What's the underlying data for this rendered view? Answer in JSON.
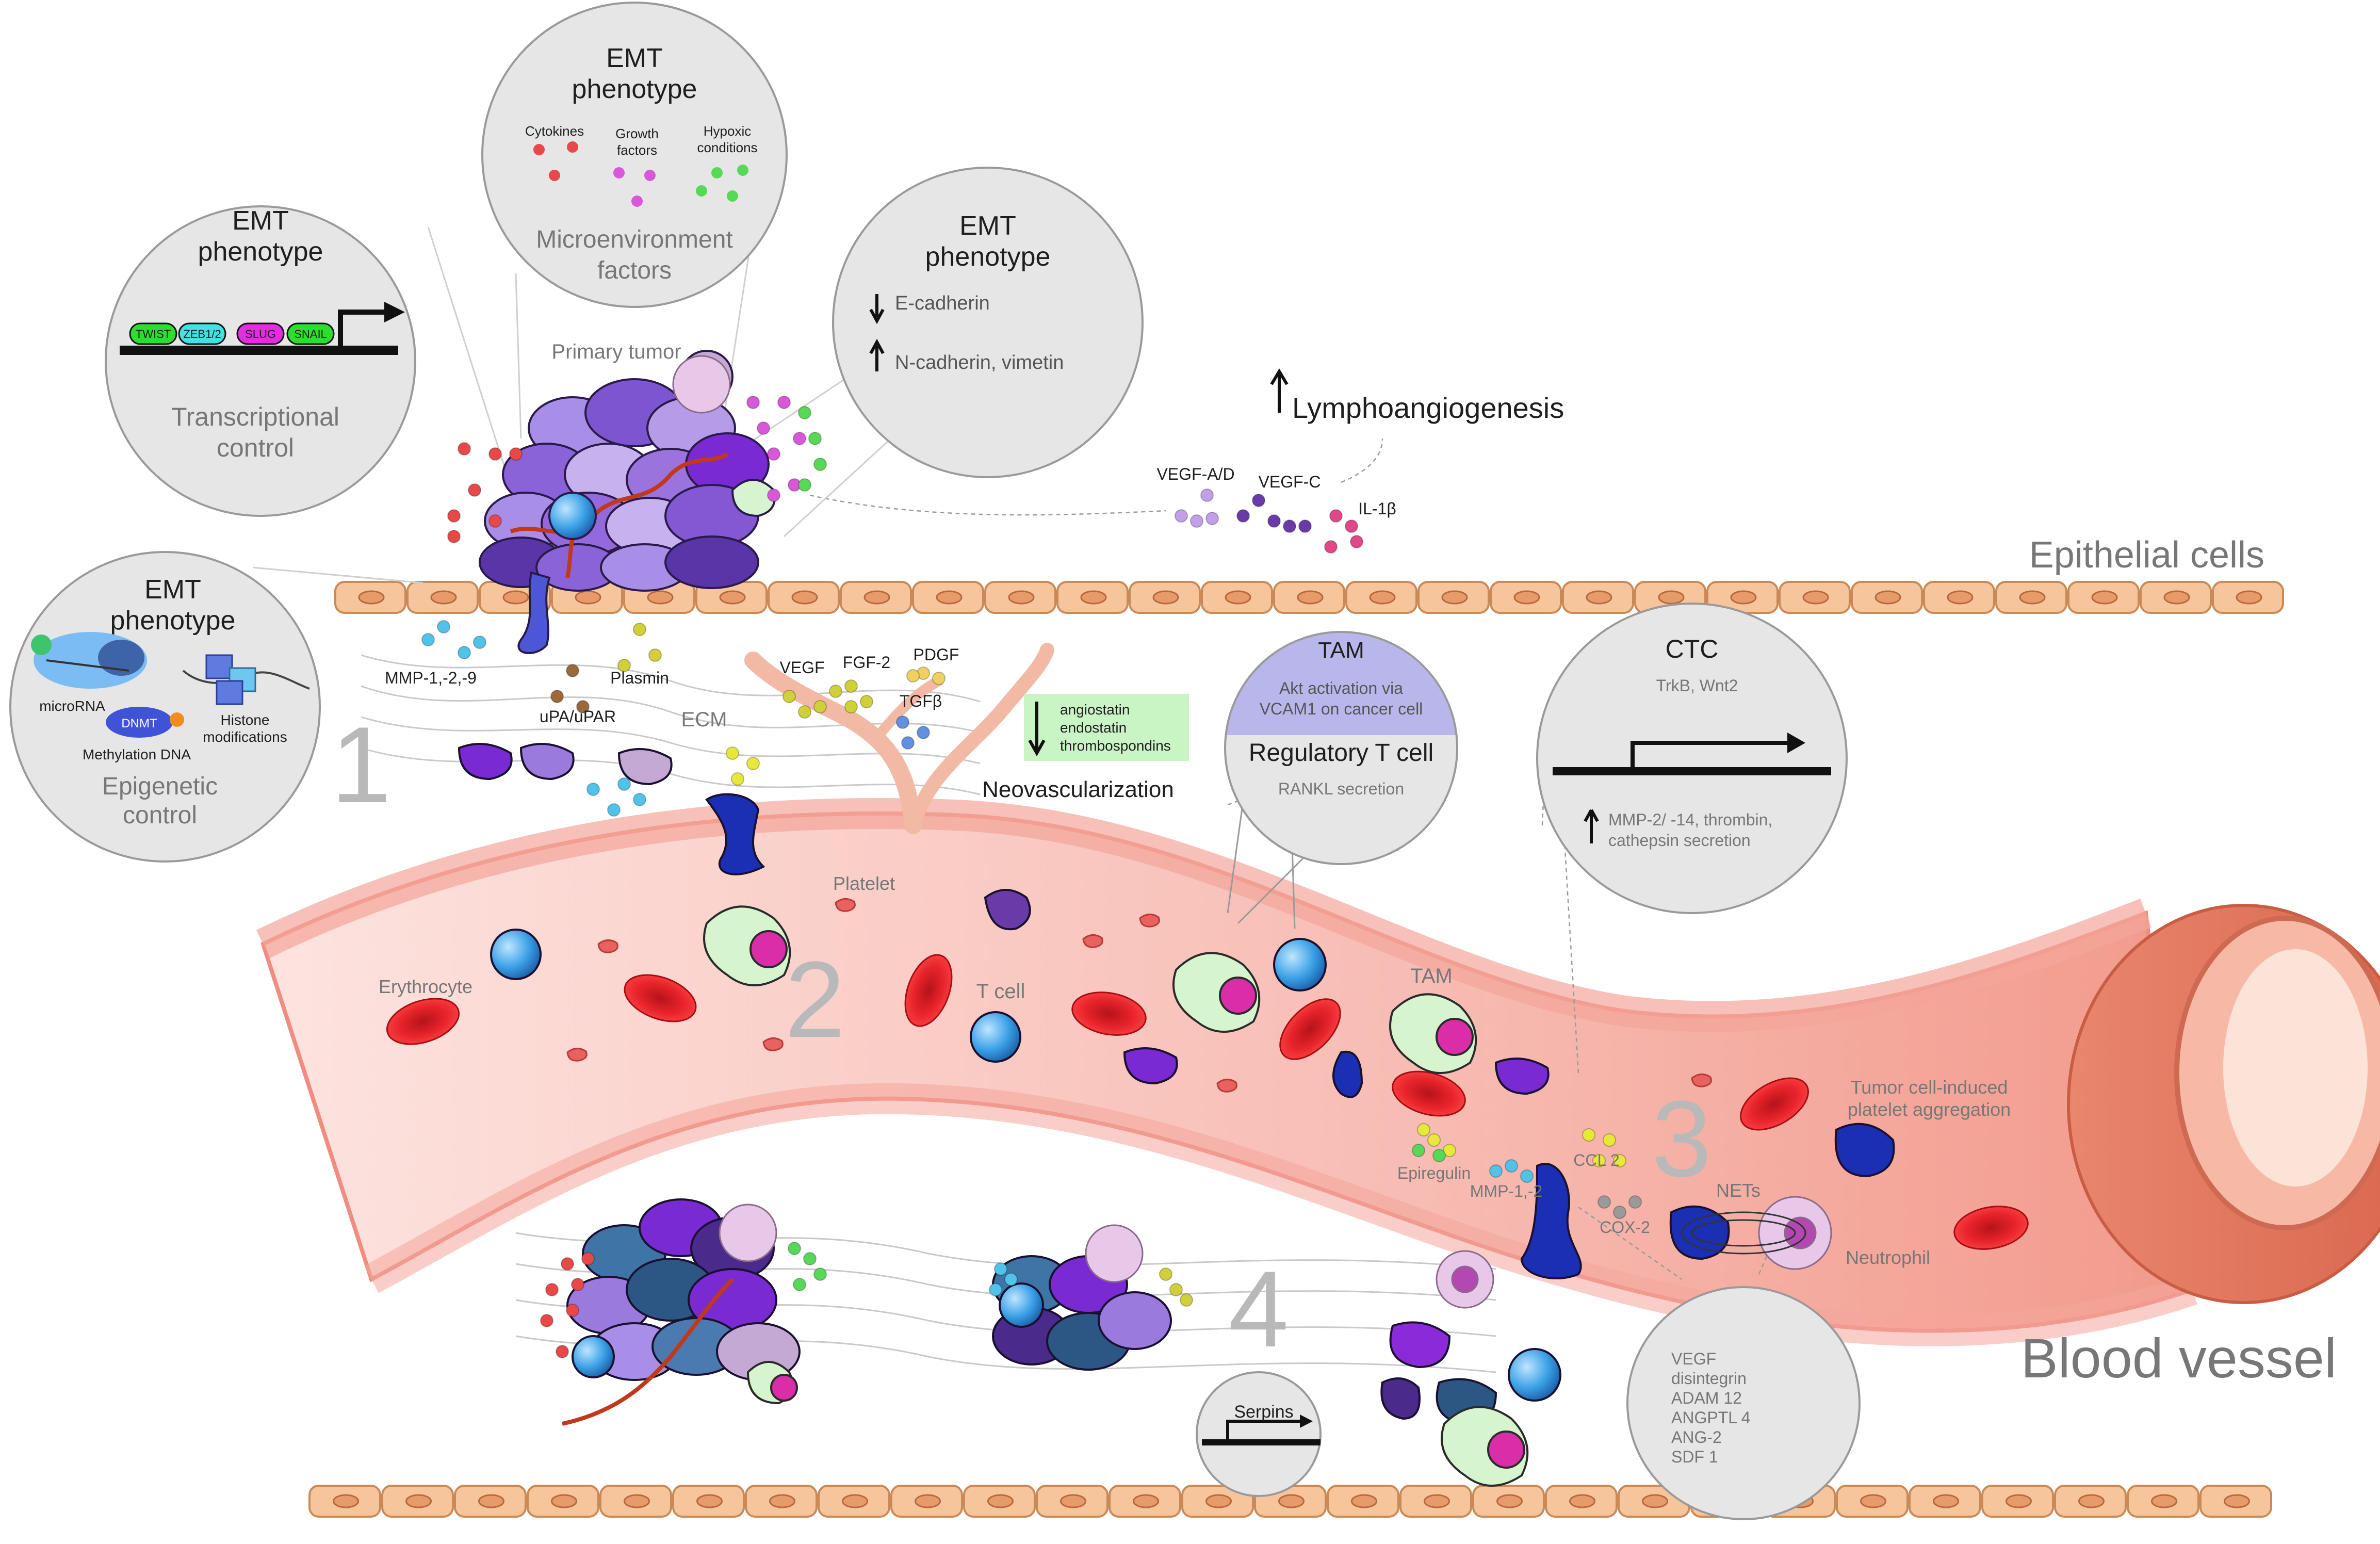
{
  "colors": {
    "epithelium_fill": "#f7c59b",
    "epithelium_stroke": "#c98a57",
    "vessel": "#f5b5ad",
    "vessel_wall": "#f39a8e",
    "erythrocyte": "#e8242b",
    "circle_fill": "#e6e6e6",
    "circle_stroke": "#9a9a9a",
    "tumor_purple": "#8e5bd8",
    "tam_green": "#d6f5cf",
    "antiangio_box": "#c9f5c4",
    "tam_header": "#b9b6ec",
    "dark_blue": "#1a2fb4",
    "capillary": "#f2b9a5"
  },
  "numbers": {
    "n1": "1",
    "n2": "2",
    "n3": "3",
    "n4": "4"
  },
  "labels": {
    "epithelial_cells": "Epithelial cells",
    "blood_vessel": "Blood vessel",
    "primary_tumor": "Primary tumor",
    "lymphoangiogenesis": "Lymphoangiogenesis",
    "vegf_ad": "VEGF-A/D",
    "vegf_c": "VEGF-C",
    "il1b": "IL-1β",
    "mmp129": "MMP-1,-2,-9",
    "plasmin": "Plasmin",
    "upa": "uPA/uPAR",
    "ecm": "ECM",
    "vegf": "VEGF",
    "fgf2": "FGF-2",
    "pdgf": "PDGF",
    "tgfb": "TGFβ",
    "neovascularization": "Neovascularization",
    "platelet": "Platelet",
    "erythrocyte": "Erythrocyte",
    "tcell": "T cell",
    "tam": "TAM",
    "epiregulin": "Epiregulin",
    "mmp12": "MMP-1,-2",
    "ccl2": "CCL 2",
    "cox2": "COX-2",
    "nets": "NETs",
    "neutrophil": "Neutrophil",
    "tumor_platelet_1": "Tumor cell-induced",
    "tumor_platelet_2": "platelet aggregation",
    "serpins": "Serpins"
  },
  "antiangiogenic": [
    "angiostatin",
    "endostatin",
    "thrombospondins"
  ],
  "bubble_transcriptional": {
    "title_1": "EMT",
    "title_2": "phenotype",
    "genes": [
      "TWIST",
      "ZEB1/2",
      "SLUG",
      "SNAIL"
    ],
    "caption_1": "Transcriptional",
    "caption_2": "control"
  },
  "bubble_microenvironment": {
    "title_1": "EMT",
    "title_2": "phenotype",
    "cytokines": "Cytokines",
    "growth_1": "Growth",
    "growth_2": "factors",
    "hypoxic_1": "Hypoxic",
    "hypoxic_2": "conditions",
    "caption_1": "Microenvironment",
    "caption_2": "factors"
  },
  "bubble_cadherin": {
    "title_1": "EMT",
    "title_2": "phenotype",
    "line_1": "E-cadherin",
    "line_2": "N-cadherin, vimetin"
  },
  "bubble_epigenetic": {
    "title_1": "EMT",
    "title_2": "phenotype",
    "microrna": "microRNA",
    "dnmt": "DNMT",
    "methylation": "Methylation DNA",
    "histone_1": "Histone",
    "histone_2": "modifications",
    "caption_1": "Epigenetic",
    "caption_2": "control"
  },
  "bubble_treg": {
    "header": "TAM",
    "akt_1": "Akt activation via",
    "akt_2": "VCAM1 on cancer cell",
    "title": "Regulatory T cell",
    "rankl": "RANKL secretion"
  },
  "bubble_ctc": {
    "title": "CTC",
    "genes": "TrkB, Wnt2",
    "line_1": "MMP-2/ -14, thrombin,",
    "line_2": "cathepsin secretion"
  },
  "bubble_factors": [
    "VEGF",
    "disintegrin",
    "ADAM 12",
    "ANGPTL 4",
    "ANG-2",
    "SDF 1"
  ]
}
